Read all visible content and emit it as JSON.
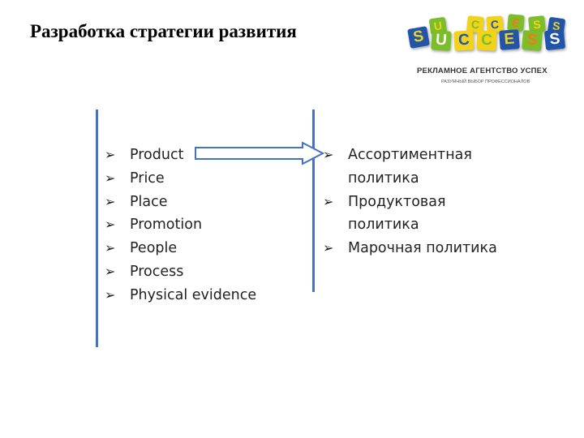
{
  "title": "Разработка стратегии развития",
  "logo": {
    "letters": [
      "S",
      "U",
      "C",
      "C",
      "E",
      "S",
      "S"
    ],
    "name": "РЕКЛАМНОЕ АГЕНТСТВО УСПЕХ",
    "tagline": "РАЗУМНЫЙ ВЫБОР ПРОФЕССИОНАЛОВ"
  },
  "left_list": [
    "Product",
    "Price",
    "Place",
    "Promotion",
    "People",
    "Process",
    "Physical evidence"
  ],
  "right_list": [
    "Ассортиментная политика",
    "Продуктовая политика",
    "Марочная политика"
  ],
  "bullet_glyph": "➢",
  "colors": {
    "vertical_line": "#4472c4",
    "arrow": "#4472c4",
    "cube_blue": "#2255aa",
    "cube_green": "#7cbd2a",
    "cube_yellow": "#f2d21b",
    "cube_letter_orange": "#f07a1a"
  }
}
